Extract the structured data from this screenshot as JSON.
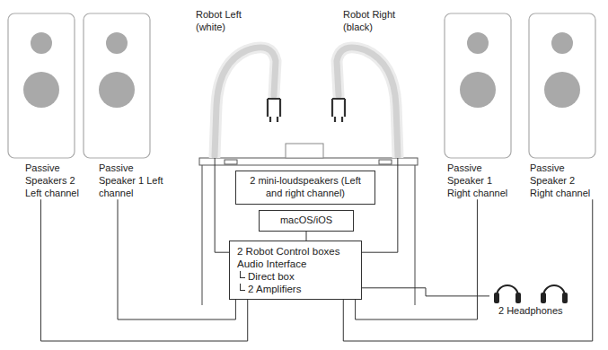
{
  "diagram": {
    "nodes": [
      {
        "text": [
          "Passive Speakers 2 Left channel"
        ]
      },
      {
        "text": [
          "Passive Speaker 1 Left channel"
        ]
      },
      {
        "text": [
          "Robot Left (white)"
        ]
      },
      {
        "text": [
          "Robot Right (black)"
        ]
      },
      {
        "text": [
          "2 mini-loudspeakers (Left and right channel)"
        ]
      },
      {
        "text": [
          "macOS/iOS"
        ]
      },
      {
        "text": [
          "2 Robot Control boxes",
          "Audio Interface",
          "Direct box",
          "2 Amplifiers"
        ]
      },
      {
        "text": [
          "Passive Speaker 1 Right channel"
        ]
      },
      {
        "text": [
          "Passive Speaker 2 Right channel"
        ]
      },
      {
        "text": [
          "2 Headphones"
        ]
      }
    ],
    "edges": [
      {
        "from": 5,
        "to": 6,
        "arrow": "none"
      },
      {
        "from": 6,
        "to": 2,
        "arrow": "none"
      },
      {
        "from": 6,
        "to": 3,
        "arrow": "none"
      },
      {
        "from": 6,
        "to": 0,
        "arrow": "none"
      },
      {
        "from": 6,
        "to": 1,
        "arrow": "none"
      },
      {
        "from": 6,
        "to": 7,
        "arrow": "none"
      },
      {
        "from": 6,
        "to": 8,
        "arrow": "none"
      },
      {
        "from": 6,
        "to": 9,
        "arrow": "none"
      }
    ]
  }
}
